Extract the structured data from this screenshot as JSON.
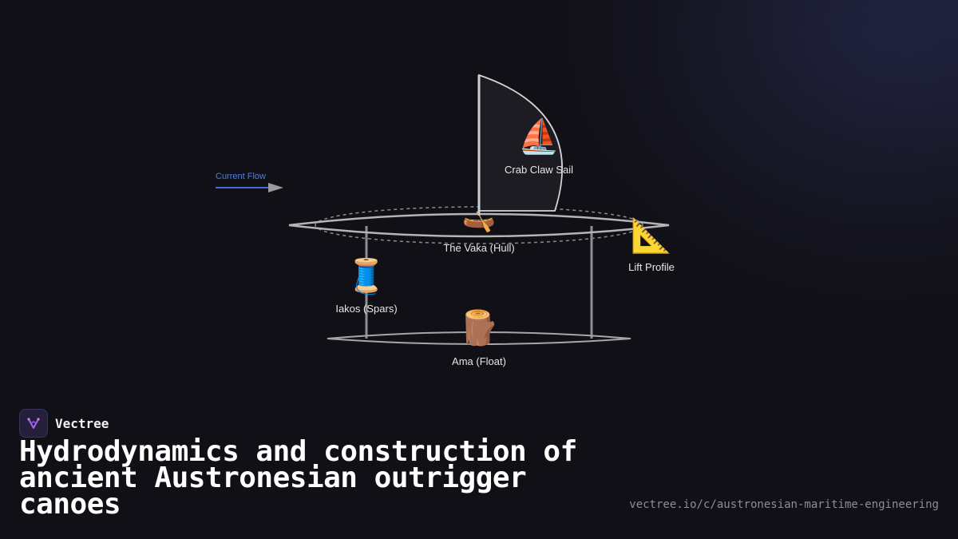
{
  "diagram": {
    "nodes": {
      "sail": {
        "icon": "sailboat-icon",
        "glyph": "⛵",
        "label": "Crab Claw Sail"
      },
      "vaka": {
        "icon": "canoe-icon",
        "glyph": "🛶",
        "label": "The Vaka (Hull)"
      },
      "lift": {
        "icon": "triangular-ruler-icon",
        "glyph": "📐",
        "label": "Lift Profile"
      },
      "iakos": {
        "icon": "thread-spool-icon",
        "glyph": "🧵",
        "label": "Iakos (Spars)"
      },
      "ama": {
        "icon": "wood-log-icon",
        "glyph": "🪵",
        "label": "Ama (Float)"
      }
    },
    "flow_label": "Current Flow",
    "colors": {
      "flow": "#4f7fe0",
      "structure": "#9a9a9f",
      "sail_fill": "#1d1c22"
    }
  },
  "brand": {
    "name": "Vectree",
    "logo_icon": "vectree-logo-icon"
  },
  "title": "Hydrodynamics and construction of ancient Austronesian outrigger canoes",
  "url": "vectree.io/c/austronesian-maritime-engineering"
}
